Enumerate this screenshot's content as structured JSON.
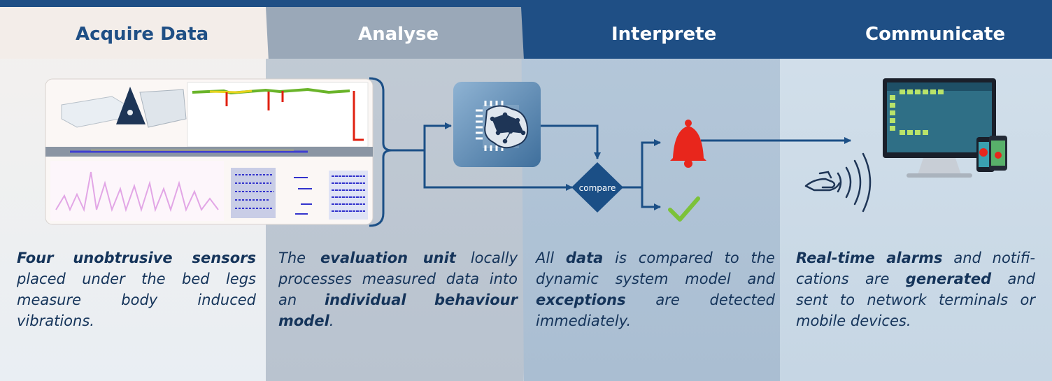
{
  "header_bar_color": "#1f4f85",
  "stages": [
    {
      "title": "Acquire Data",
      "title_color": "#1f4f85",
      "description": [
        {
          "text": "Four unobtrusive sensors",
          "bold": true
        },
        {
          "text": " placed under the bed legs measure body induced vibrations.",
          "bold": false
        }
      ]
    },
    {
      "title": "Analyse",
      "title_color": "#ffffff",
      "description": [
        {
          "text": "The ",
          "bold": false
        },
        {
          "text": "evaluation unit",
          "bold": true
        },
        {
          "text": " locally processes measured data into an ",
          "bold": false
        },
        {
          "text": "individual behaviour model",
          "bold": true
        },
        {
          "text": ".",
          "bold": false
        }
      ]
    },
    {
      "title": "Interprete",
      "title_color": "#ffffff",
      "description": [
        {
          "text": "All ",
          "bold": false
        },
        {
          "text": "data",
          "bold": true
        },
        {
          "text": " is compared to the dynamic system model and ",
          "bold": false
        },
        {
          "text": "exceptions",
          "bold": true
        },
        {
          "text": " are detected immediately.",
          "bold": false
        }
      ]
    },
    {
      "title": "Communicate",
      "title_color": "#ffffff",
      "description": [
        {
          "text": "Real-time alarms",
          "bold": true
        },
        {
          "text": " and notifi-cations are ",
          "bold": false
        },
        {
          "text": "generated",
          "bold": true
        },
        {
          "text": " and sent to network terminals or mobile devices.",
          "bold": false
        }
      ]
    }
  ],
  "compare_label": "compare",
  "colors": {
    "arrow": "#1b4f86",
    "alarm_bell": "#e8261c",
    "checkmark": "#7cc23a",
    "chart_trace_green": "#6ab42a",
    "chart_trace_red": "#e02010",
    "chart_trace_blue": "#3333cc",
    "chart_trace_pink": "#e2a6e6"
  },
  "icons": [
    "sensor-device-icon",
    "brain-chip-icon",
    "compare-diamond-icon",
    "alarm-bell-icon",
    "checkmark-icon",
    "monitor-dashboard-icon",
    "smartphone-icon",
    "hand-wireless-icon"
  ]
}
